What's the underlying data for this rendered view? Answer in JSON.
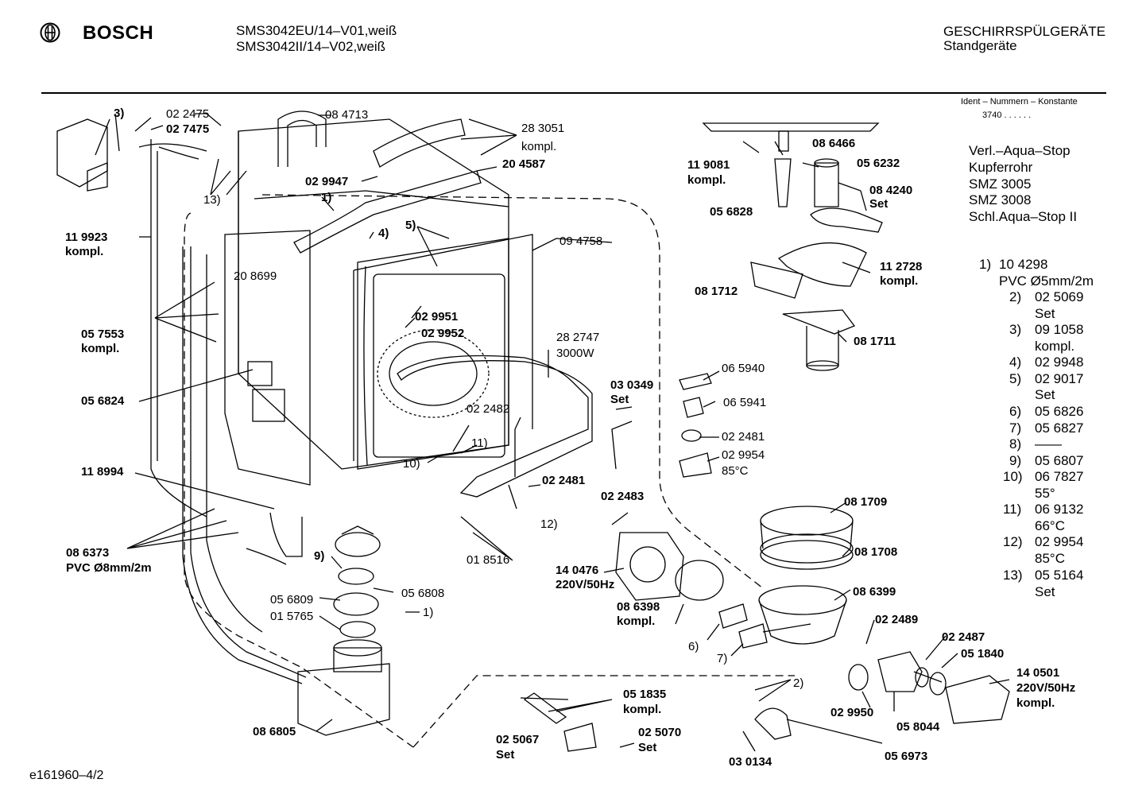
{
  "header": {
    "brand": "BOSCH",
    "models": [
      "SMS3042EU/14–V01,weiß",
      "SMS3042II/14–V02,weiß"
    ],
    "category": "GESCHIRRSPÜLGERÄTE",
    "subcategory": "Standgeräte"
  },
  "ident": {
    "label": "Ident – Nummern – Konstante",
    "value": "3740 . . . . . ."
  },
  "notes": [
    "Verl.–Aqua–Stop",
    "Kupferrohr",
    "SMZ 3005",
    "SMZ 3008",
    "Schl.Aqua–Stop II"
  ],
  "footnotes": [
    {
      "n": "1)",
      "lines": [
        "10 4298",
        "PVC  Ø5mm/2m"
      ]
    },
    {
      "n": "2)",
      "lines": [
        "02 5069",
        "Set"
      ]
    },
    {
      "n": "3)",
      "lines": [
        "09 1058",
        "kompl."
      ]
    },
    {
      "n": "4)",
      "lines": [
        "02 9948"
      ]
    },
    {
      "n": "5)",
      "lines": [
        "02 9017",
        "Set"
      ]
    },
    {
      "n": "6)",
      "lines": [
        "05 6826"
      ]
    },
    {
      "n": "7)",
      "lines": [
        "05 6827"
      ]
    },
    {
      "n": "8)",
      "lines": [
        "——"
      ]
    },
    {
      "n": "9)",
      "lines": [
        "05 6807"
      ]
    },
    {
      "n": "10)",
      "lines": [
        "06 7827",
        "55°"
      ]
    },
    {
      "n": "11)",
      "lines": [
        "06 9132",
        "66°C"
      ]
    },
    {
      "n": "12)",
      "lines": [
        "02 9954",
        "85°C"
      ]
    },
    {
      "n": "13)",
      "lines": [
        "05 5164",
        "Set"
      ]
    }
  ],
  "labels": {
    "l3": "3)",
    "l022475": "02 2475",
    "l027475": "02 7475",
    "l084713": "08 4713",
    "l13": "13)",
    "l119923": "11 9923",
    "l119923k": "kompl.",
    "l283051": "28 3051",
    "l283051k": "kompl.",
    "l204587": "20 4587",
    "l029947": "02 9947",
    "l1a": "1)",
    "l4": "4)",
    "l5": "5)",
    "l094758": "09 4758",
    "l208699": "20 8699",
    "l057553": "05 7553",
    "l057553k": "kompl.",
    "l029951": "02 9951",
    "l029952": "02 9952",
    "l282747": "28 2747",
    "l3000w": "3000W",
    "l056824": "05 6824",
    "l022482": "02 2482",
    "l11": "11)",
    "l10": "10)",
    "l118994": "11 8994",
    "l022481a": "02 2481",
    "l12": "12)",
    "l086373": "08 6373",
    "l086373p": "PVC Ø8mm/2m",
    "l9": "9)",
    "l056809": "05 6809",
    "l056808": "05 6808",
    "l015765": "01 5765",
    "l1b": "1)",
    "l018516": "01 8516",
    "l086805": "08 6805",
    "l051835": "05 1835",
    "l051835k": "kompl.",
    "l025067": "02 5067",
    "l025067s": "Set",
    "l025070": "02 5070",
    "l025070s": "Set",
    "l086466": "08 6466",
    "l119081": "11 9081",
    "l119081k": "kompl.",
    "l056232": "05 6232",
    "l084240": "08 4240",
    "l084240s": "Set",
    "l056828": "05 6828",
    "l112728": "11 2728",
    "l112728k": "kompl.",
    "l081712": "08 1712",
    "l081711": "08 1711",
    "l065940": "06 5940",
    "l030349": "03 0349",
    "l030349s": "Set",
    "l065941": "06 5941",
    "l022481b": "02 2481",
    "l029954": "02 9954",
    "l85c": "85°C",
    "l022483": "02 2483",
    "l081709": "08 1709",
    "l081708": "08 1708",
    "l140476": "14 0476",
    "l140476v": "220V/50Hz",
    "l086399": "08 6399",
    "l086398": "08 6398",
    "l086398k": "kompl.",
    "l6": "6)",
    "l7": "7)",
    "l022489": "02 2489",
    "l022487": "02 2487",
    "l051840": "05 1840",
    "l140501": "14 0501",
    "l140501v": "220V/50Hz",
    "l140501k": "kompl.",
    "l2": "2)",
    "l029950": "02 9950",
    "l058044": "05 8044",
    "l030134": "03 0134",
    "l056973": "05 6973"
  },
  "footer": {
    "code": "e161960–4/2"
  }
}
